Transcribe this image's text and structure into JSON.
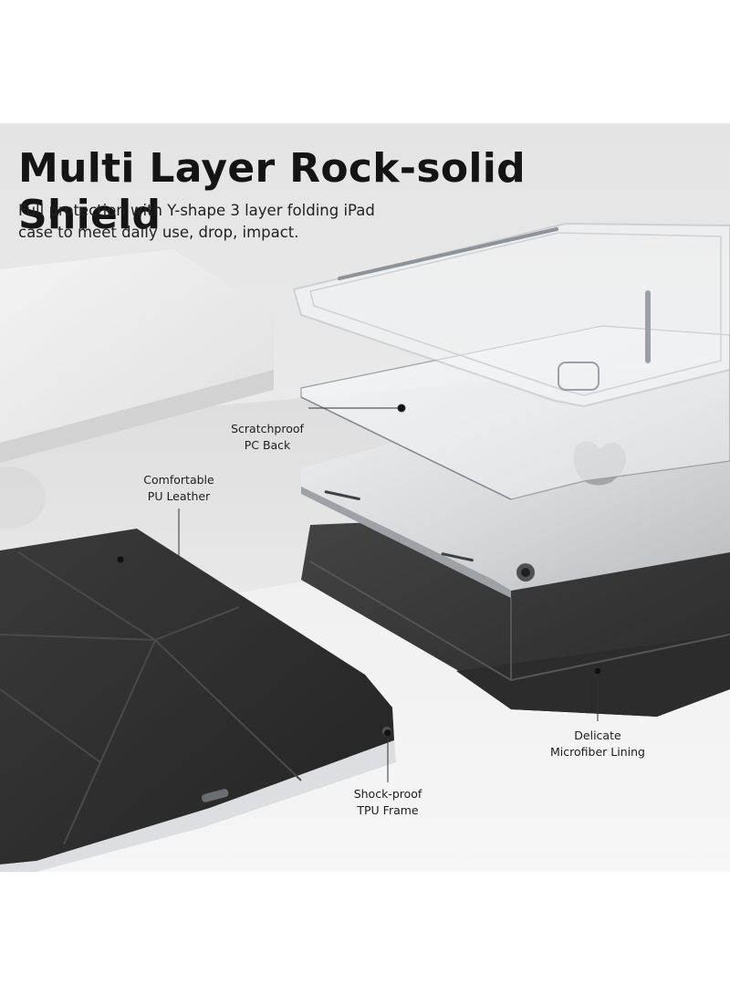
{
  "headline": "Multi Layer Rock-solid Shield",
  "subtitle_lines": [
    "Full protection with Y-shape 3 layer folding iPad",
    "case to meet daily use, drop, impact."
  ],
  "callouts": {
    "scratchproof": [
      "Scratchproof",
      "PC Back"
    ],
    "leather": [
      "Comfortable",
      "PU Leather"
    ],
    "lining": [
      "Delicate",
      "Microfiber Lining"
    ],
    "frame": [
      "Shock-proof",
      "TPU Frame"
    ]
  },
  "colors": {
    "background": "#e6e6e6",
    "leather": "#2b2b2b",
    "lining": "#3a3a3a",
    "clear_frame": "#f4f6f7",
    "ipad_silver": "#d7d8da",
    "text": "#141414"
  }
}
